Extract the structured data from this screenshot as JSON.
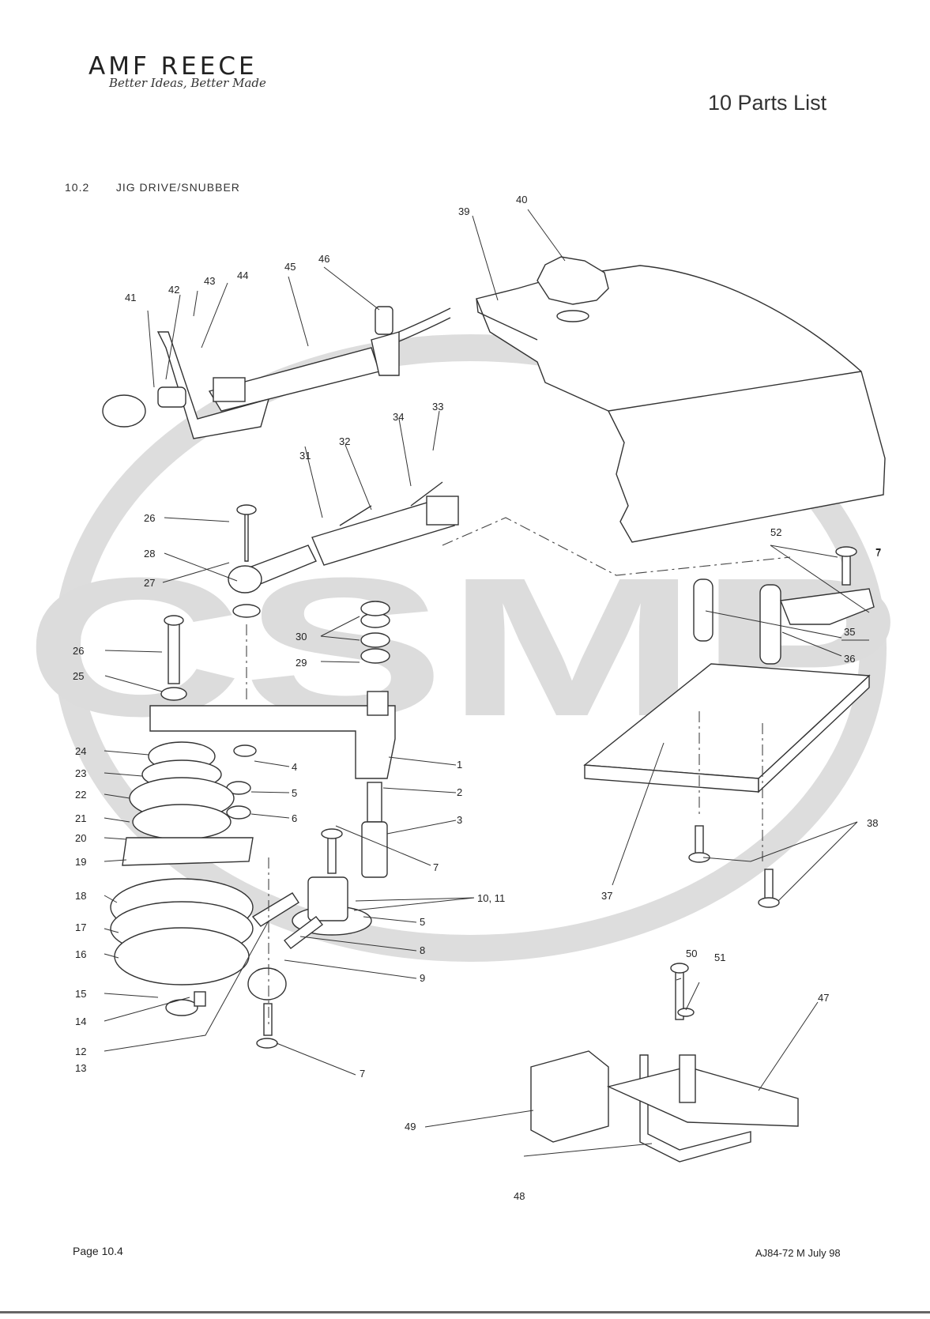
{
  "logo": {
    "name": "AMF REECE",
    "tagline": "Better Ideas, Better Made"
  },
  "section_header": "10 Parts List",
  "subsection": {
    "number": "10.2",
    "title": "JIG DRIVE/SNUBBER"
  },
  "watermark": "CSMP",
  "callouts": [
    "1",
    "2",
    "3",
    "4",
    "5",
    "6",
    "7",
    "10, 11",
    "5",
    "8",
    "9",
    "7",
    "7",
    "12",
    "13",
    "14",
    "15",
    "16",
    "17",
    "18",
    "19",
    "20",
    "21",
    "22",
    "23",
    "24",
    "25",
    "26",
    "27",
    "28",
    "26",
    "29",
    "30",
    "31",
    "32",
    "33",
    "34",
    "35",
    "36",
    "37",
    "38",
    "39",
    "40",
    "41",
    "42",
    "43",
    "44",
    "45",
    "46",
    "47",
    "48",
    "49",
    "50",
    "51",
    "52",
    "7"
  ],
  "footer": {
    "page": "Page 10.4",
    "doc_ref": "AJ84-72 M July 98"
  }
}
